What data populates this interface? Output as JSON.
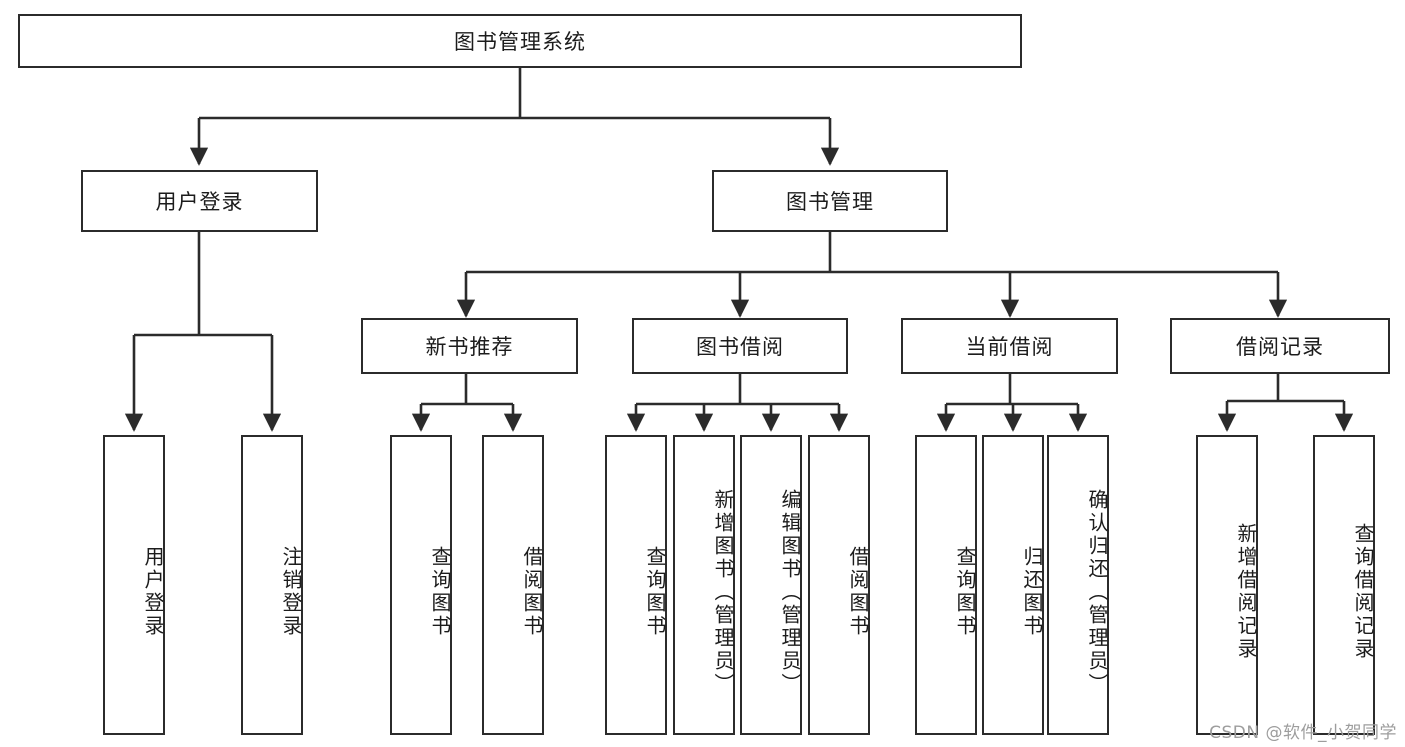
{
  "diagram": {
    "title": "图书管理系统",
    "type": "tree",
    "stroke_color": "#2b2b2b",
    "fill_color": "#ffffff",
    "text_color": "#1c1c1c",
    "watermark": "CSDN @软件_小贺同学",
    "levels": {
      "root": {
        "label": "图书管理系统"
      },
      "level2": [
        {
          "label": "用户登录"
        },
        {
          "label": "图书管理"
        }
      ],
      "level3": [
        {
          "label": "新书推荐"
        },
        {
          "label": "图书借阅"
        },
        {
          "label": "当前借阅"
        },
        {
          "label": "借阅记录"
        }
      ],
      "leaves": [
        {
          "label": "用户登录",
          "parent": "用户登录"
        },
        {
          "label": "注销登录",
          "parent": "用户登录"
        },
        {
          "label": "查询图书",
          "parent": "新书推荐"
        },
        {
          "label": "借阅图书",
          "parent": "新书推荐"
        },
        {
          "label": "查询图书",
          "parent": "图书借阅"
        },
        {
          "label": "新增图书（管理员）",
          "parent": "图书借阅"
        },
        {
          "label": "编辑图书（管理员）",
          "parent": "图书借阅"
        },
        {
          "label": "借阅图书",
          "parent": "图书借阅"
        },
        {
          "label": "查询图书",
          "parent": "当前借阅"
        },
        {
          "label": "归还图书",
          "parent": "当前借阅"
        },
        {
          "label": "确认归还（管理员）",
          "parent": "当前借阅"
        },
        {
          "label": "新增借阅记录",
          "parent": "借阅记录"
        },
        {
          "label": "查询借阅记录",
          "parent": "借阅记录"
        }
      ]
    }
  }
}
